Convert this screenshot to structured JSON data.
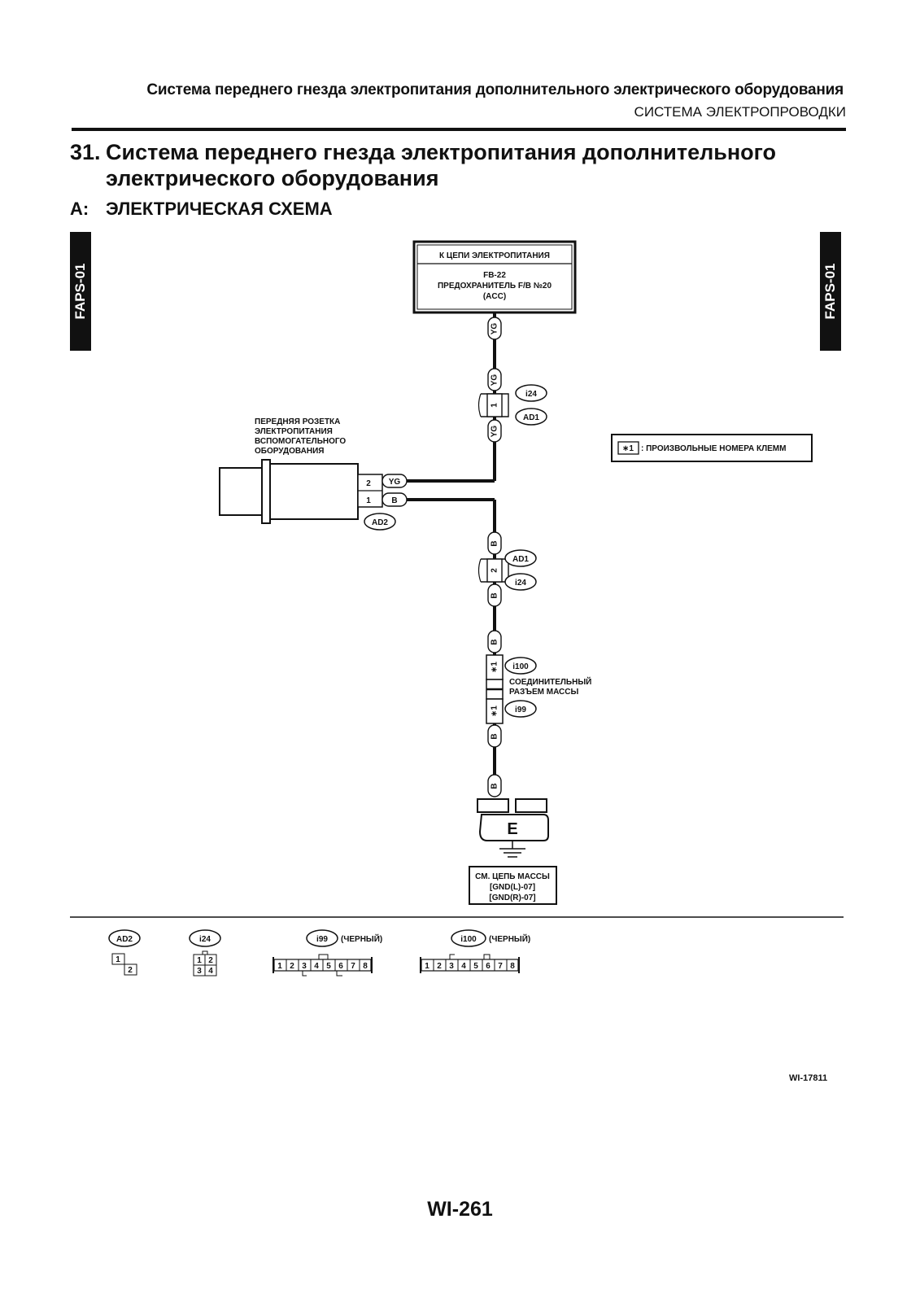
{
  "header": {
    "running_title": "Система переднего гнезда электропитания дополнительного электрического оборудования",
    "running_subtitle": "СИСТЕМА ЭЛЕКТРОПРОВОДКИ"
  },
  "title": {
    "number": "31.",
    "line1": "Система переднего гнезда электропитания дополнительного",
    "line2": "электрического оборудования"
  },
  "section": {
    "letter": "A:",
    "title": "ЭЛЕКТРИЧЕСКАЯ СХЕМА"
  },
  "side_tab": "FAPS-01",
  "power_box": {
    "header": "К ЦЕПИ ЭЛЕКТРОПИТАНИЯ",
    "line1": "FB-22",
    "line2": "ПРЕДОХРАНИТЕЛЬ F/B №20",
    "line3": "(ACC)"
  },
  "wires": {
    "yg": "YG",
    "b": "B"
  },
  "connectors": {
    "i24": "i24",
    "ad1": "AD1",
    "ad2": "AD2",
    "i99": "i99",
    "i100": "i100"
  },
  "pins": {
    "p1": "1",
    "p2": "2",
    "star1": "∗1"
  },
  "socket_label": {
    "line1": "ПЕРЕДНЯЯ РОЗЕТКА",
    "line2": "ЭЛЕКТРОПИТАНИЯ",
    "line3": "ВСПОМОГАТЕЛЬНОГО",
    "line4": "ОБОРУДОВАНИЯ"
  },
  "legend": {
    "key": "∗1",
    "text": ": ПРОИЗВОЛЬНЫЕ НОМЕРА КЛЕММ"
  },
  "joint_label": {
    "line1": "СОЕДИНИТЕЛЬНЫЙ",
    "line2": "РАЗЪЕМ МАССЫ"
  },
  "ground": {
    "symbol": "E",
    "ref_line1": "СМ. ЦЕПЬ МАССЫ",
    "ref_line2": "[GND(L)-07]",
    "ref_line3": "[GND(R)-07]"
  },
  "connector_views": {
    "ad2": {
      "name": "AD2",
      "pins": [
        "1",
        "2"
      ]
    },
    "i24": {
      "name": "i24",
      "pins": [
        "1",
        "2",
        "3",
        "4"
      ]
    },
    "i99": {
      "name": "i99",
      "color": "(ЧЕРНЫЙ)",
      "pins": [
        "1",
        "2",
        "3",
        "4",
        "5",
        "6",
        "7",
        "8"
      ]
    },
    "i100": {
      "name": "i100",
      "color": "(ЧЕРНЫЙ)",
      "pins": [
        "1",
        "2",
        "3",
        "4",
        "5",
        "6",
        "7",
        "8"
      ]
    }
  },
  "figure_code": "WI-17811",
  "page_number": "WI-261"
}
